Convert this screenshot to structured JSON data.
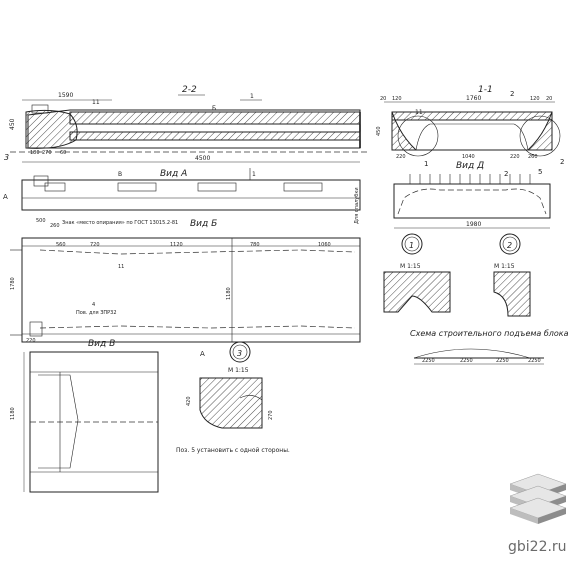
{
  "sections": {
    "s22": "2-2",
    "s11": "1-1"
  },
  "views": {
    "a": "Вид А",
    "b": "Вид Б",
    "v": "Вид В",
    "d": "Вид Д"
  },
  "scales": {
    "m1_15": "М 1:15"
  },
  "callouts": {
    "c1": "1",
    "c2": "2",
    "c3": "3",
    "c5": "5",
    "c6": "6",
    "pos11": "11",
    "mark_b": "Б",
    "mark_v": "В",
    "mark_a": "А",
    "mark_1": "1",
    "mark_2": "2",
    "mark_3": "3"
  },
  "dims": {
    "main_1590": "1590",
    "main_4500": "4500",
    "main_450": "450",
    "main_180": "180",
    "main_270": "270",
    "main_60": "60",
    "main_20": "20",
    "b_560": "560",
    "b_720": "720",
    "b_1120": "1120",
    "b_780": "780",
    "b_1060": "1060",
    "b_500": "500",
    "b_260": "260",
    "b_1780": "1780",
    "b_1180": "1180",
    "b_220": "220",
    "s11_1760": "1760",
    "s11_120": "120",
    "s11_20": "20",
    "s11_450": "450",
    "s11_1040": "1040",
    "s11_220": "220",
    "s11_260": "260",
    "d_1980": "1980",
    "scheme_2250": "2250",
    "v_1180": "1180",
    "v3_420": "420",
    "v3_270": "270"
  },
  "notes": {
    "sling": "Знак «место опирания» по ГОСТ 13015.2-81",
    "support": "Знак «место опирания»",
    "sign_4": "4",
    "sign_poz": "Пов. для ЗПР32",
    "pos5": "Поз. 5 установить с одной стороны.",
    "scheme": "Схема строительного подъема блока",
    "side": "Для опалубки"
  },
  "watermark": {
    "site": "gbi22.ru"
  },
  "colors": {
    "line": "#222222",
    "watermark": "#6b6b6b",
    "logo_light": "#e6e6e6",
    "logo_mid": "#bdbdbd",
    "logo_dark": "#8c8c8c"
  }
}
